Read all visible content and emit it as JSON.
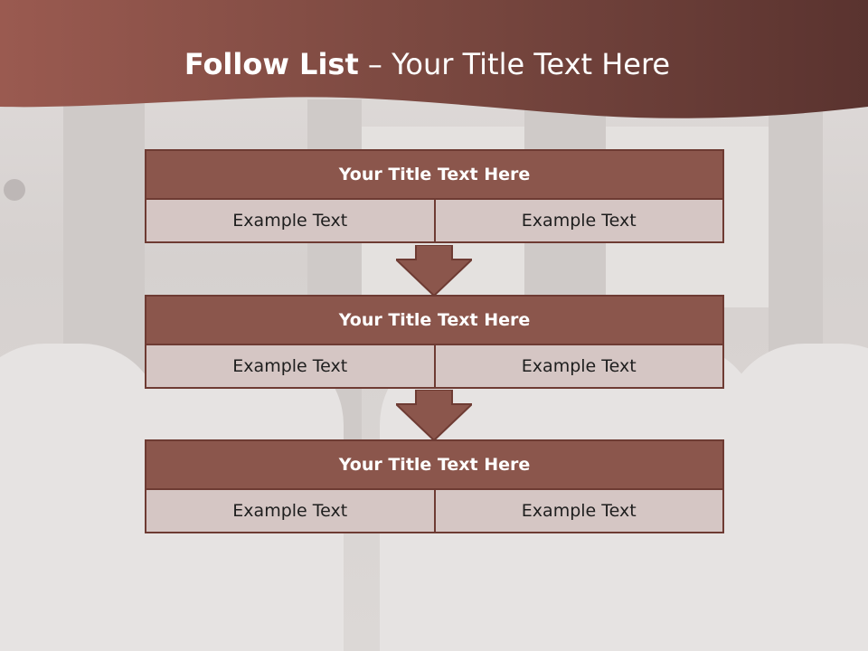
{
  "slide": {
    "title_bold": "Follow List",
    "title_rest": " – Your Title Text Here"
  },
  "colors": {
    "header_dark": "#5a332f",
    "header_light": "#9a5a50",
    "block_head": "#8b564c",
    "block_border": "#6e3b33",
    "block_row": "#d5c6c4",
    "arrow": "#8b564c"
  },
  "steps": [
    {
      "title": "Your Title Text Here",
      "left": "Example Text",
      "right": "Example Text"
    },
    {
      "title": "Your Title Text Here",
      "left": "Example Text",
      "right": "Example Text"
    },
    {
      "title": "Your Title Text Here",
      "left": "Example Text",
      "right": "Example Text"
    }
  ],
  "icons": [
    "down-arrow-icon",
    "down-arrow-icon"
  ]
}
